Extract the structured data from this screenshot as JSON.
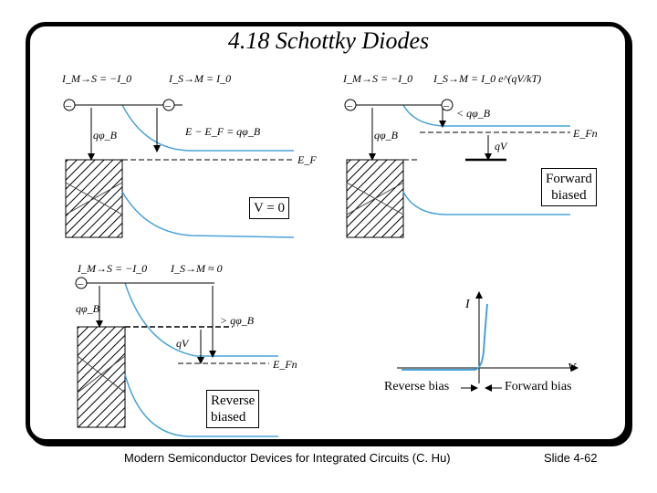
{
  "slide": {
    "title": "4.18   Schottky Diodes",
    "footer_left": "Modern Semiconductor Devices for Integrated Circuits (C. Hu)",
    "footer_right": "Slide 4-62"
  },
  "panels": {
    "equilibrium": {
      "label": "V = 0",
      "i_ms": "I_M→S = −I_0",
      "i_sm": "I_S→M = I_0",
      "barrier": "qφ_B",
      "energy_eq": "E − E_F = qφ_B",
      "fermi": "E_F"
    },
    "forward": {
      "label_line1": "Forward",
      "label_line2": "biased",
      "i_ms": "I_M→S = −I_0",
      "i_sm": "I_S→M = I_0 e^(qV/kT)",
      "barrier": "qφ_B",
      "lower": "< qφ_B",
      "qv": "qV",
      "fermi": "E_Fn"
    },
    "reverse": {
      "label_line1": "Reverse",
      "label_line2": "biased",
      "i_ms": "I_M→S = −I_0",
      "i_sm": "I_S→M ≈ 0",
      "barrier": "qφ_B",
      "higher": "> qφ_B",
      "qv": "qV",
      "fermi": "E_Fn"
    }
  },
  "iv_plot": {
    "y_label": "I",
    "x_label": "V",
    "reverse_label": "Reverse bias",
    "forward_label": "Forward bias"
  }
}
